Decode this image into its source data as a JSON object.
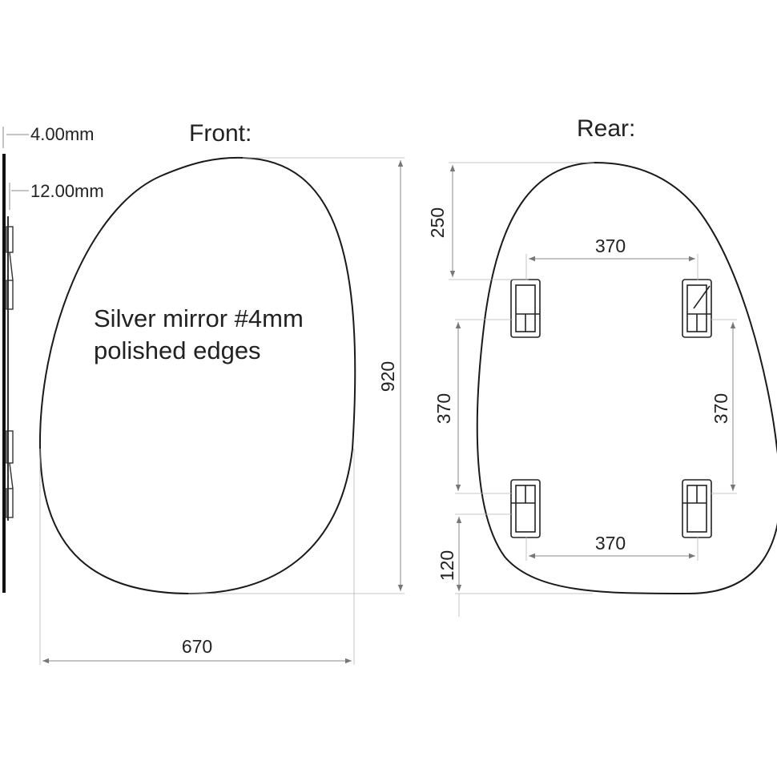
{
  "front": {
    "title": "Front:",
    "note_line1": "Silver mirror #4mm",
    "note_line2": "polished edges",
    "width_dim": "670",
    "height_dim": "920"
  },
  "side": {
    "thickness_mirror": "4.00mm",
    "thickness_total": "12.00mm"
  },
  "rear": {
    "title": "Rear:",
    "top_offset": "250",
    "top_spacing": "370",
    "left_spacing": "370",
    "right_spacing": "370",
    "bottom_spacing": "370",
    "bottom_offset": "120"
  }
}
